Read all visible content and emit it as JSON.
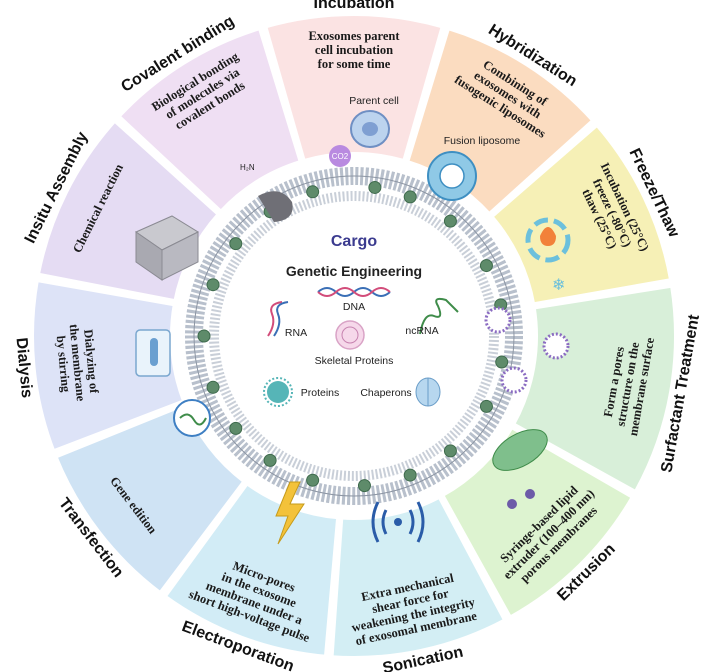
{
  "colors": {
    "incubation": "#fbe3e3",
    "hybridization": "#fbdcc0",
    "freeze_thaw": "#f6f0b6",
    "surfactant": "#d8efd9",
    "extrusion": "#ddf3d0",
    "sonication": "#d3eef4",
    "electroporation": "#d2ecf6",
    "transfection": "#cfe3f4",
    "dialysis": "#dde3f7",
    "insitu": "#e5dcf3",
    "covalent": "#efdff3",
    "membrane": "#b8c0cc",
    "bead": "#5e8b6a"
  },
  "segments": {
    "incubation": {
      "title": "Incubation",
      "desc": [
        "Exosomes parent",
        "cell incubation",
        "for some time"
      ]
    },
    "hybridization": {
      "title": "Hybridization",
      "desc": [
        "Combining of",
        "exosomes with",
        "fusogenic liposomes"
      ]
    },
    "freeze_thaw": {
      "title": "Freeze/Thaw",
      "desc": [
        "Incubation (25°C)",
        "freeze (-80°C)",
        "thaw (25°C)"
      ]
    },
    "surfactant": {
      "title": "Surfactant Treatment",
      "desc": [
        "Form a pores",
        "structure on the",
        "membrane surface"
      ]
    },
    "extrusion": {
      "title": "Extrusion",
      "desc": [
        "Syringe-based lipid",
        "extruder (100–400 nm)",
        "porous membranes"
      ]
    },
    "sonication": {
      "title": "Sonication",
      "desc": [
        "Extra mechanical",
        "shear force for",
        "weakening the integrity",
        "of exosomal membrane"
      ]
    },
    "electroporation": {
      "title": "Electroporation",
      "desc": [
        "Micro-pores",
        "in the exosome",
        "membrane under a",
        "short high-voltage pulse"
      ]
    },
    "transfection": {
      "title": "Transfection",
      "desc": [
        "Gene edition"
      ]
    },
    "dialysis": {
      "title": "Dialysis",
      "desc": [
        "Dialyzing of",
        "the membrane",
        "by stirring"
      ]
    },
    "insitu": {
      "title": "Insitu Assembly",
      "desc": [
        "Chemical reaction"
      ]
    },
    "covalent": {
      "title": "Covalent binding",
      "desc": [
        "Biological bonding",
        "of molecules via",
        "covalent bonds"
      ]
    }
  },
  "inner": {
    "parent_cell": "Parent cell",
    "co2": "CO2",
    "fusion_liposome": "Fusion liposome",
    "cargo": "Cargo",
    "genetic_engineering": "Genetic Engineering",
    "dna": "DNA",
    "rna": "RNA",
    "ncrna": "ncRNA",
    "skeletal_proteins": "Skeletal Proteins",
    "proteins": "Proteins",
    "chaperons": "Chaperons"
  }
}
